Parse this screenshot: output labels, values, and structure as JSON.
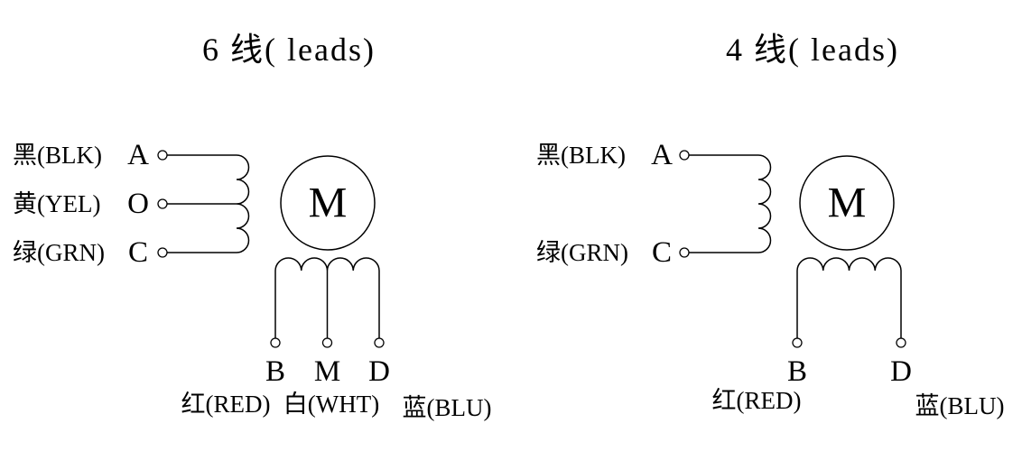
{
  "titles": {
    "left": "6 线( leads)",
    "right": "4 线( leads)"
  },
  "left_diagram": {
    "leads": [
      {
        "color_label": "黑(BLK)",
        "terminal": "A"
      },
      {
        "color_label": "黄(YEL)",
        "terminal": "O"
      },
      {
        "color_label": "绿(GRN)",
        "terminal": "C"
      }
    ],
    "motor_label": "M",
    "bottom_terminals": [
      "B",
      "M",
      "D"
    ],
    "bottom_colors": [
      "红(RED)",
      "白(WHT)",
      "蓝(BLU)"
    ]
  },
  "right_diagram": {
    "leads": [
      {
        "color_label": "黑(BLK)",
        "terminal": "A"
      },
      {
        "color_label": "绿(GRN)",
        "terminal": "C"
      }
    ],
    "motor_label": "M",
    "bottom_terminals": [
      "B",
      "D"
    ],
    "bottom_colors": [
      "红(RED)",
      "蓝(BLU)"
    ]
  }
}
